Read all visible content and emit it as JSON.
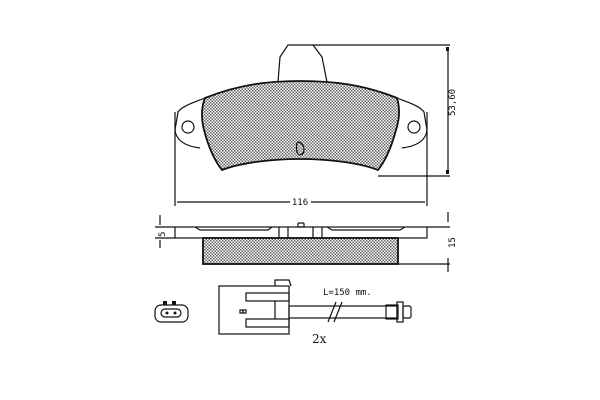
{
  "dimensions": {
    "width": "116",
    "height": "53,60",
    "plate_thickness": "5",
    "total_thickness": "15"
  },
  "sensor": {
    "length_label": "L=150  mm.",
    "quantity": "2x"
  },
  "colors": {
    "line": "#111111",
    "hatch": "#888888"
  }
}
